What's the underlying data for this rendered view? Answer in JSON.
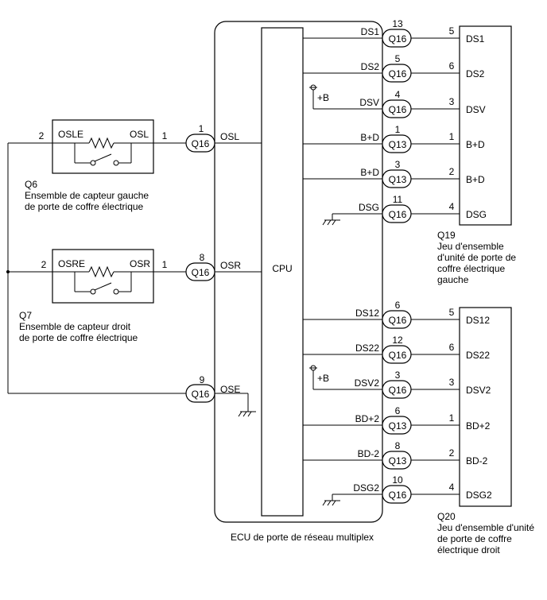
{
  "ecu": {
    "label": "ECU de porte de réseau multiplex",
    "cpu_label": "CPU",
    "left_pins": [
      {
        "num": "1",
        "conn": "Q16",
        "name": "OSL"
      },
      {
        "num": "8",
        "conn": "Q16",
        "name": "OSR"
      },
      {
        "num": "9",
        "conn": "Q16",
        "name": "OSE"
      }
    ],
    "right_pins_top": [
      {
        "num": "13",
        "conn": "Q16",
        "name": "DS1"
      },
      {
        "num": "5",
        "conn": "Q16",
        "name": "DS2"
      },
      {
        "num": "4",
        "conn": "Q16",
        "name": "DSV"
      },
      {
        "num": "1",
        "conn": "Q13",
        "name": "B+D"
      },
      {
        "num": "3",
        "conn": "Q13",
        "name": "B+D"
      },
      {
        "num": "11",
        "conn": "Q16",
        "name": "DSG"
      }
    ],
    "right_pins_bottom": [
      {
        "num": "6",
        "conn": "Q16",
        "name": "DS12"
      },
      {
        "num": "12",
        "conn": "Q16",
        "name": "DS22"
      },
      {
        "num": "3",
        "conn": "Q16",
        "name": "DSV2"
      },
      {
        "num": "6",
        "conn": "Q13",
        "name": "BD+2"
      },
      {
        "num": "8",
        "conn": "Q13",
        "name": "BD-2"
      },
      {
        "num": "10",
        "conn": "Q16",
        "name": "DSG2"
      }
    ],
    "plus_b": "+B"
  },
  "q6": {
    "left_label": "OSLE",
    "right_label": "OSL",
    "pin_left": "2",
    "pin_right": "1",
    "id": "Q6",
    "desc1": "Ensemble de capteur gauche",
    "desc2": "de porte de coffre électrique"
  },
  "q7": {
    "left_label": "OSRE",
    "right_label": "OSR",
    "pin_left": "2",
    "pin_right": "1",
    "id": "Q7",
    "desc1": "Ensemble de capteur droit",
    "desc2": "de porte de coffre électrique"
  },
  "q19": {
    "id": "Q19",
    "desc": [
      "Jeu d'ensemble",
      "d'unité de porte de",
      "coffre électrique",
      "gauche"
    ],
    "pins": [
      {
        "num": "5",
        "name": "DS1"
      },
      {
        "num": "6",
        "name": "DS2"
      },
      {
        "num": "3",
        "name": "DSV"
      },
      {
        "num": "1",
        "name": "B+D"
      },
      {
        "num": "2",
        "name": "B+D"
      },
      {
        "num": "4",
        "name": "DSG"
      }
    ]
  },
  "q20": {
    "id": "Q20",
    "desc": [
      "Jeu d'ensemble d'unité",
      "de porte de coffre",
      "électrique droit"
    ],
    "pins": [
      {
        "num": "5",
        "name": "DS12"
      },
      {
        "num": "6",
        "name": "DS22"
      },
      {
        "num": "3",
        "name": "DSV2"
      },
      {
        "num": "1",
        "name": "BD+2"
      },
      {
        "num": "2",
        "name": "BD-2"
      },
      {
        "num": "4",
        "name": "DSG2"
      }
    ]
  }
}
